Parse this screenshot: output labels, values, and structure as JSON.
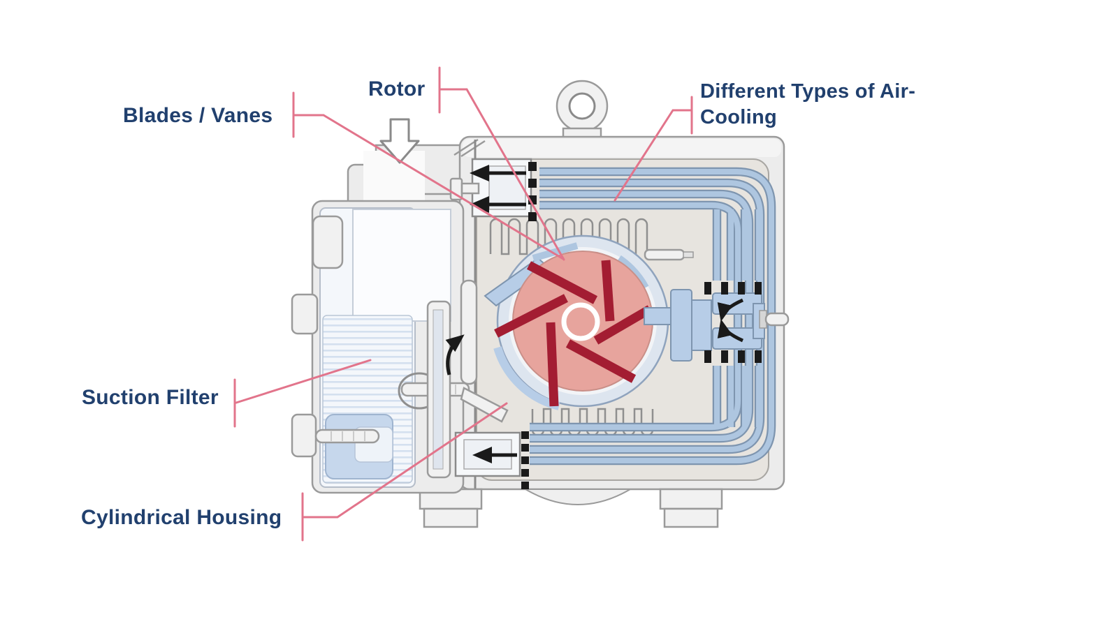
{
  "diagram": {
    "labels": [
      {
        "id": "blades_vanes",
        "text": "Blades / Vanes"
      },
      {
        "id": "rotor",
        "text": "Rotor"
      },
      {
        "id": "air_cooling",
        "text": "Different Types of Air-Cooling",
        "lines": [
          "Different Types of Air-",
          "Cooling"
        ]
      },
      {
        "id": "suction_filter",
        "text": "Suction Filter"
      },
      {
        "id": "cylindrical_housing",
        "text": "Cylindrical Housing"
      }
    ],
    "colors": {
      "label_text": "#21406e",
      "leader": "#e2748b",
      "rotor_fill": "#e7a49d",
      "vane_red": "#a31d32",
      "tube_fill": "#aec6e0",
      "tube_edge": "#7e95af",
      "fan_blue": "#b7cde7",
      "ring_blue": "#dde5ef",
      "bore_fill": "#f2f4f7",
      "body_gray": "#ececec",
      "panel_beige": "#e7e4df",
      "filter_fill": "#f4f7fb",
      "filter_stripe": "#c9d8ea",
      "filter_channel": "#c6d7ec",
      "outline_gray": "#9a9a9a",
      "arrow_black": "#1a1a1a",
      "background": "#ffffff"
    }
  }
}
